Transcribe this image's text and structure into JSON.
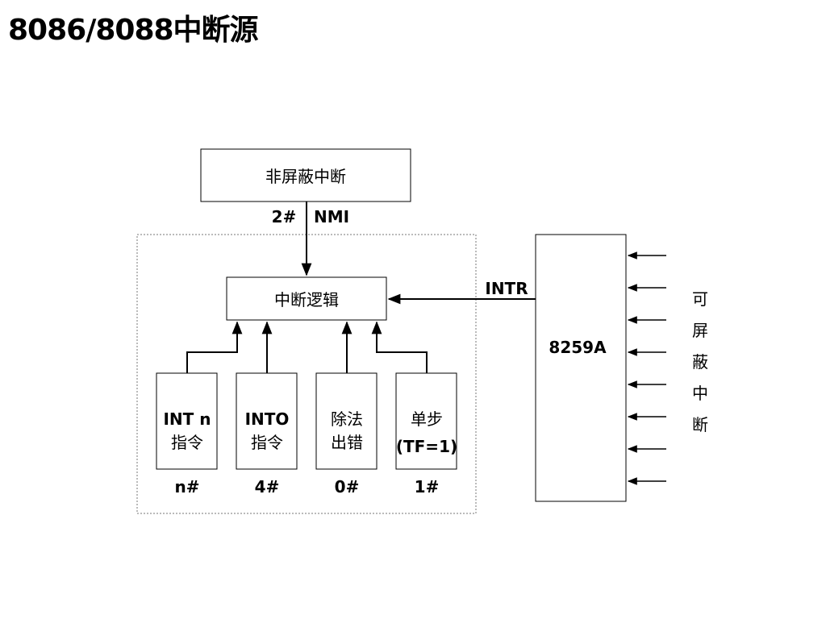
{
  "title": "8086/8088中断源",
  "nmi_box": {
    "label": "非屏蔽中断"
  },
  "nmi_labels": {
    "number": "2#",
    "signal": "NMI"
  },
  "logic_box": {
    "label": "中断逻辑"
  },
  "intr_label": "INTR",
  "pic_box": {
    "label": "8259A"
  },
  "maskable_label": [
    "可",
    "屏",
    "蔽",
    "中",
    "断"
  ],
  "sources": [
    {
      "line1": "INT n",
      "line2": "指令",
      "number": "n#"
    },
    {
      "line1": "INTO",
      "line2": "指令",
      "number": "4#"
    },
    {
      "line1": "除法",
      "line2": "出错",
      "number": "0#"
    },
    {
      "line1": "单步",
      "line2": "(TF=1)",
      "number": "1#"
    }
  ]
}
